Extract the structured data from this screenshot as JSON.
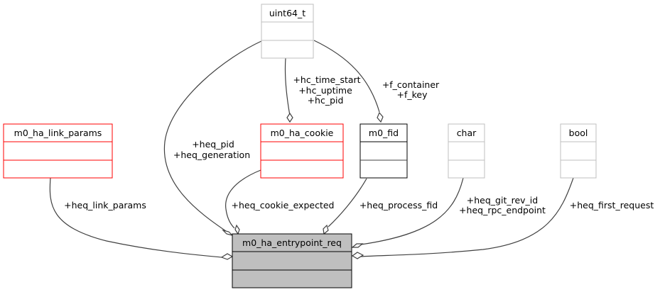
{
  "diagram": {
    "type": "collaboration-diagram",
    "main_class": {
      "name": "m0_ha_entrypoint_req",
      "fill": "#bfbfbf",
      "border": "#000000"
    },
    "classes": [
      {
        "id": "uint64",
        "name": "uint64_t",
        "border": "#bfbfbf"
      },
      {
        "id": "link_params",
        "name": "m0_ha_link_params",
        "border": "#ff0000"
      },
      {
        "id": "cookie",
        "name": "m0_ha_cookie",
        "border": "#ff0000"
      },
      {
        "id": "fid",
        "name": "m0_fid",
        "border": "#000000"
      },
      {
        "id": "char",
        "name": "char",
        "border": "#bfbfbf"
      },
      {
        "id": "bool",
        "name": "bool",
        "border": "#bfbfbf"
      }
    ],
    "edges": [
      {
        "from": "uint64",
        "to": "cookie",
        "labels": [
          "+hc_time_start",
          "+hc_uptime",
          "+hc_pid"
        ]
      },
      {
        "from": "uint64",
        "to": "fid",
        "labels": [
          "+f_container",
          "+f_key"
        ]
      },
      {
        "from": "uint64",
        "to": "main",
        "labels": [
          "+heq_pid",
          "+heq_generation"
        ]
      },
      {
        "from": "link_params",
        "to": "main",
        "labels": [
          "+heq_link_params"
        ]
      },
      {
        "from": "cookie",
        "to": "main",
        "labels": [
          "+heq_cookie_expected"
        ]
      },
      {
        "from": "fid",
        "to": "main",
        "labels": [
          "+heq_process_fid"
        ]
      },
      {
        "from": "char",
        "to": "main",
        "labels": [
          "+heq_git_rev_id",
          "+heq_rpc_endpoint"
        ]
      },
      {
        "from": "bool",
        "to": "main",
        "labels": [
          "+heq_first_request"
        ]
      }
    ]
  }
}
